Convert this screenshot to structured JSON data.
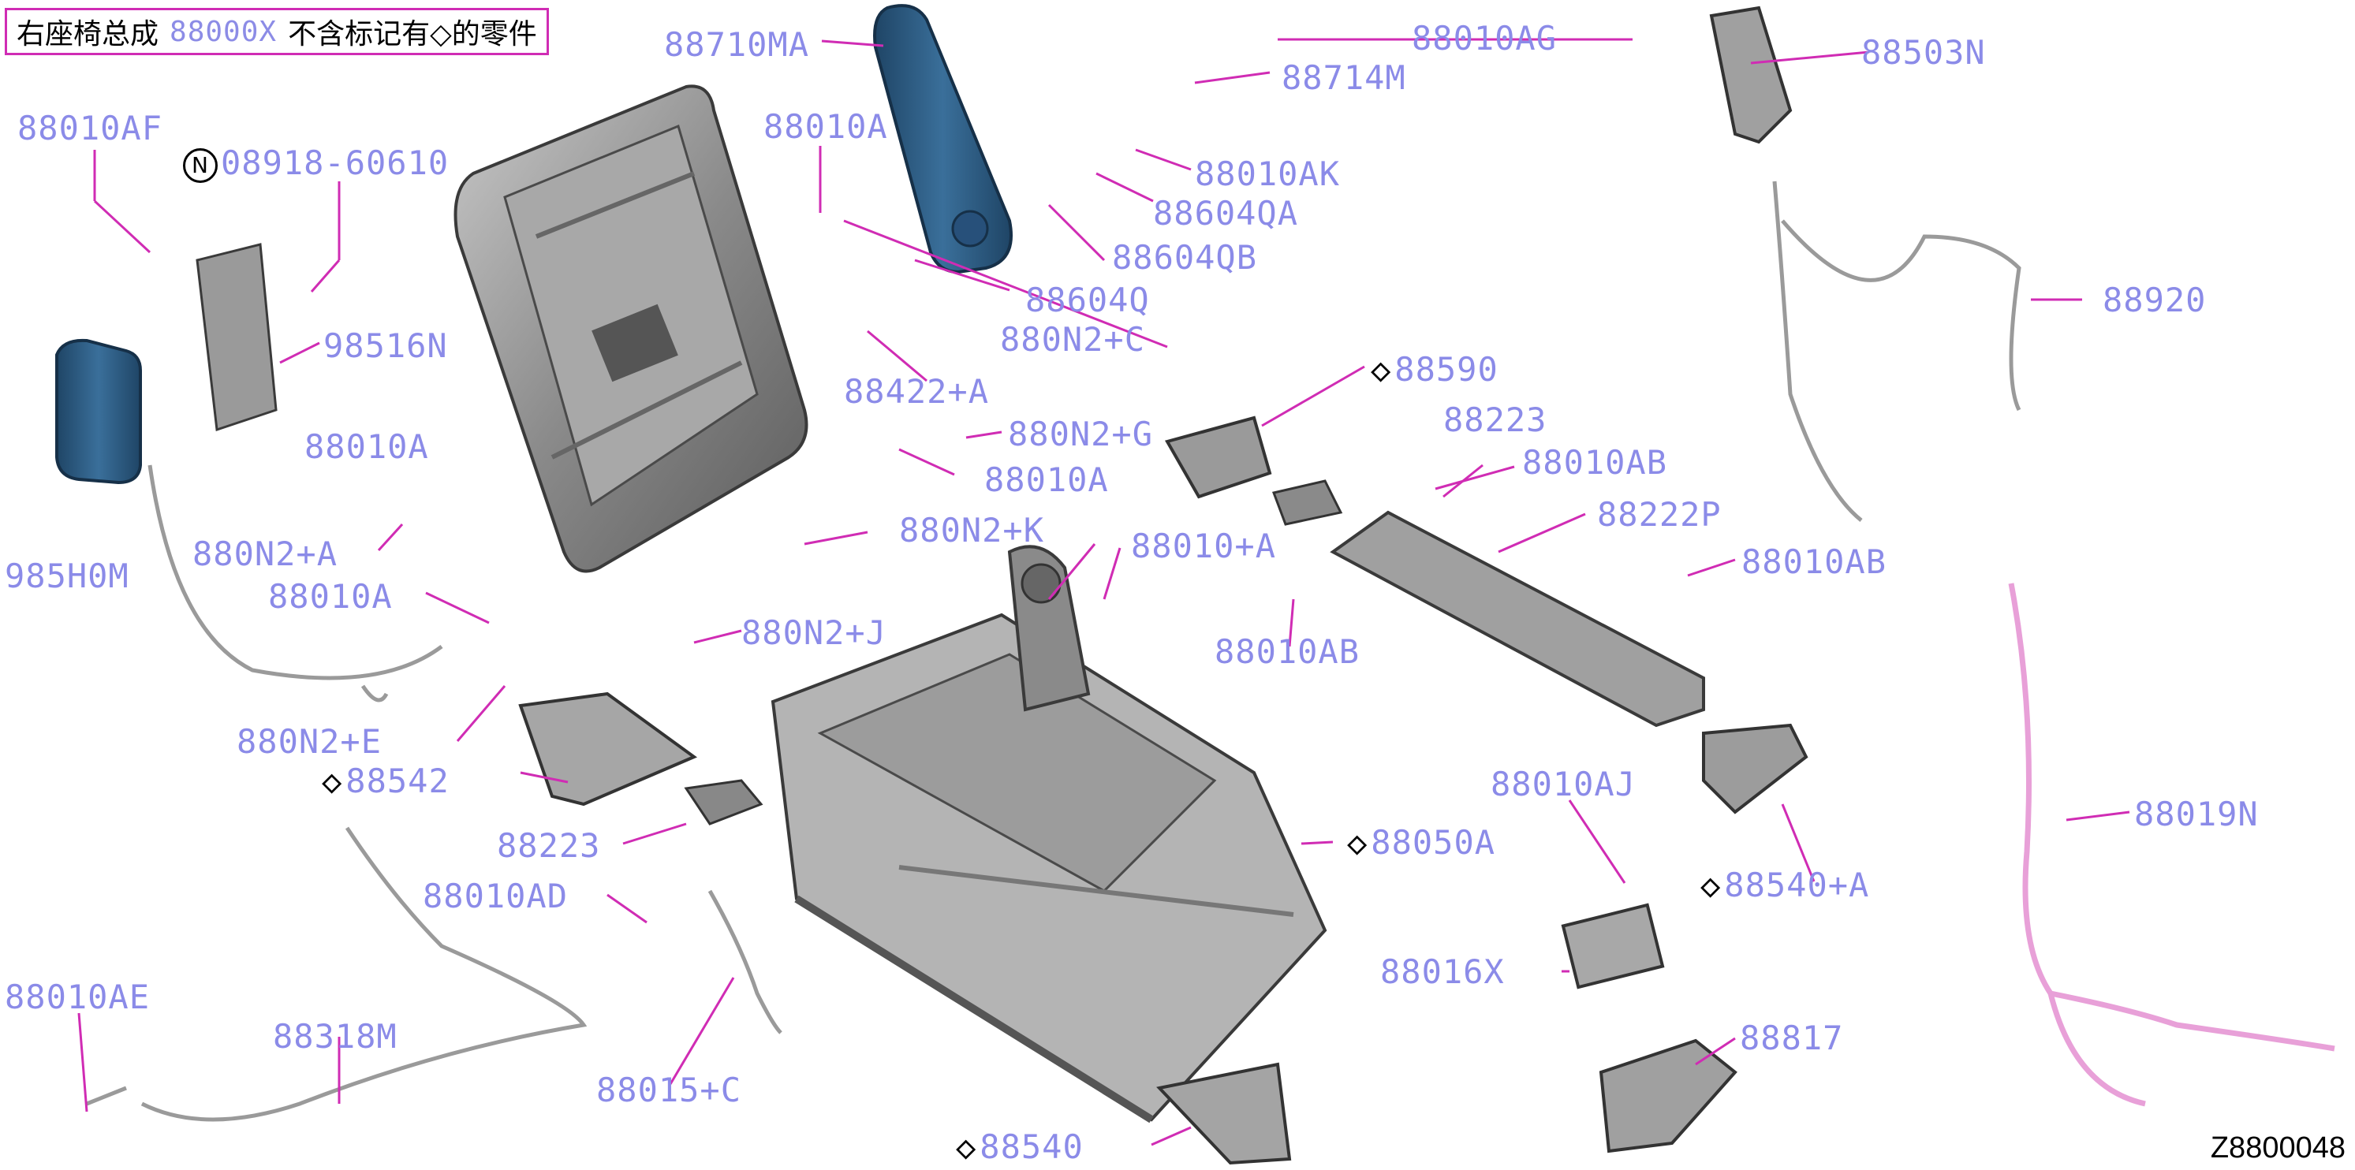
{
  "title": {
    "prefix": "右座椅总成",
    "code": "88000X",
    "suffix": "不含标记有◇的零件"
  },
  "figure_code": "Z8800048",
  "parts": [
    {
      "id": "88710MA",
      "label": "88710MA"
    },
    {
      "id": "88010AG",
      "label": "88010AG"
    },
    {
      "id": "88503N",
      "label": "88503N"
    },
    {
      "id": "88714M",
      "label": "88714M"
    },
    {
      "id": "88010AF",
      "label": "88010AF"
    },
    {
      "id": "08918-60610",
      "label": "08918-60610",
      "marker": "N"
    },
    {
      "id": "88010A-1",
      "label": "88010A"
    },
    {
      "id": "88010AK",
      "label": "88010AK"
    },
    {
      "id": "88604QA",
      "label": "88604QA"
    },
    {
      "id": "88604QB",
      "label": "88604QB"
    },
    {
      "id": "88920",
      "label": "88920"
    },
    {
      "id": "88604Q",
      "label": "88604Q"
    },
    {
      "id": "98516N",
      "label": "98516N"
    },
    {
      "id": "880N2+C",
      "label": "880N2+C"
    },
    {
      "id": "88590",
      "label": "88590",
      "marker": "◇"
    },
    {
      "id": "88422+A",
      "label": "88422+A"
    },
    {
      "id": "88223-1",
      "label": "88223"
    },
    {
      "id": "88010A-2",
      "label": "88010A"
    },
    {
      "id": "880N2+G",
      "label": "880N2+G"
    },
    {
      "id": "88010AB-1",
      "label": "88010AB"
    },
    {
      "id": "88010A-3",
      "label": "88010A"
    },
    {
      "id": "88222P",
      "label": "88222P"
    },
    {
      "id": "880N2+K",
      "label": "880N2+K"
    },
    {
      "id": "880N2+A",
      "label": "880N2+A"
    },
    {
      "id": "88010+A",
      "label": "88010+A"
    },
    {
      "id": "88010AB-2",
      "label": "88010AB"
    },
    {
      "id": "985H0M",
      "label": "985H0M"
    },
    {
      "id": "88010A-4",
      "label": "88010A"
    },
    {
      "id": "880N2+J",
      "label": "880N2+J"
    },
    {
      "id": "88010AB-3",
      "label": "88010AB"
    },
    {
      "id": "880N2+E",
      "label": "880N2+E"
    },
    {
      "id": "88542",
      "label": "88542",
      "marker": "◇"
    },
    {
      "id": "88010AJ",
      "label": "88010AJ"
    },
    {
      "id": "88019N",
      "label": "88019N"
    },
    {
      "id": "88223-2",
      "label": "88223"
    },
    {
      "id": "88050A",
      "label": "88050A",
      "marker": "◇"
    },
    {
      "id": "88540+A",
      "label": "88540+A",
      "marker": "◇"
    },
    {
      "id": "88010AD",
      "label": "88010AD"
    },
    {
      "id": "88016X",
      "label": "88016X"
    },
    {
      "id": "88010AE",
      "label": "88010AE"
    },
    {
      "id": "88318M",
      "label": "88318M"
    },
    {
      "id": "88817",
      "label": "88817"
    },
    {
      "id": "88015+C",
      "label": "88015+C"
    },
    {
      "id": "88540",
      "label": "88540",
      "marker": "◇"
    }
  ],
  "colors": {
    "label": "#8b8be8",
    "leader": "#d02cb4",
    "trim_blue": "#2f5f86",
    "frame_gray": "#8c8c8c",
    "dash_red": "#e0304a",
    "harness_pink": "#e8a0d8"
  }
}
